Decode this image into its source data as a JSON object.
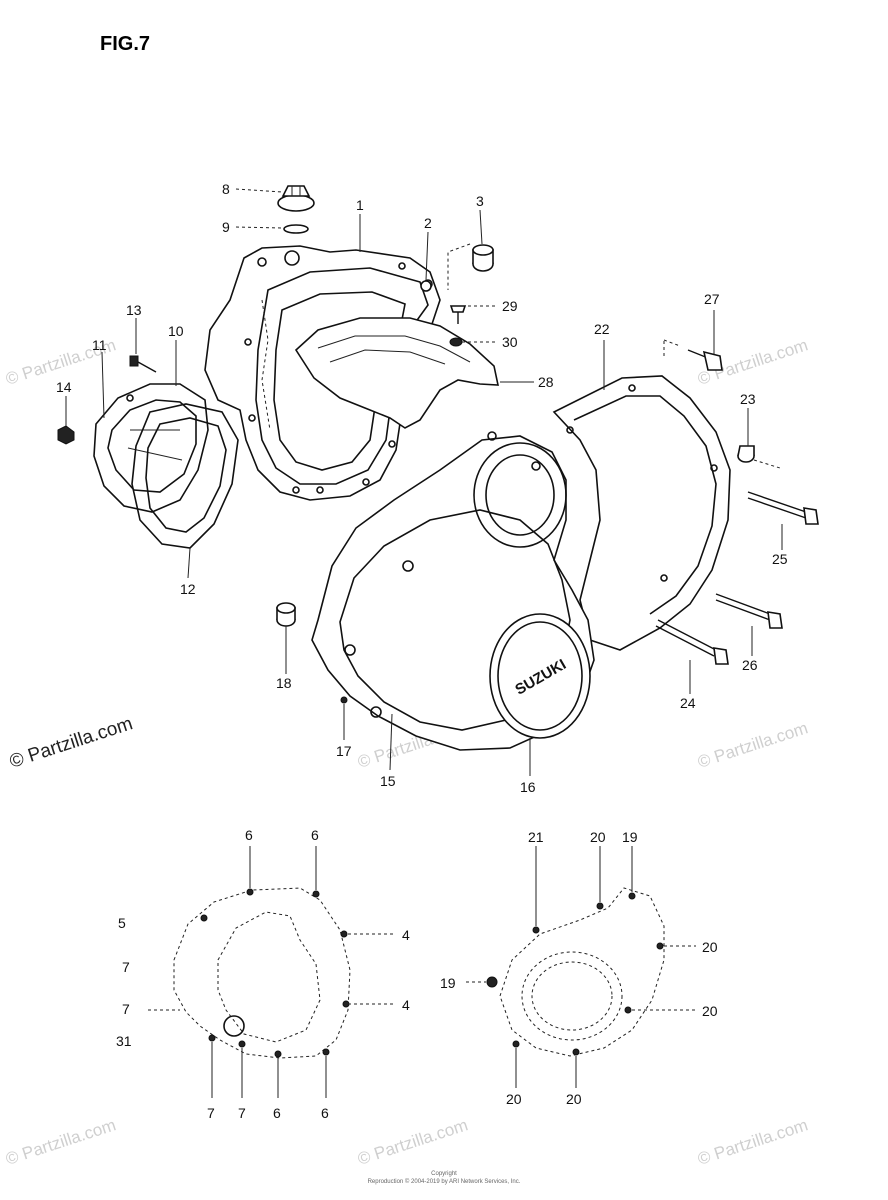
{
  "title": "FIG.7",
  "watermark": "© Partzilla.com",
  "copyright": "Reproduction © 2004-2019 by ARI Network Services, Inc.",
  "copyright_top": "Copyright",
  "emblem_text": "SUZUKI",
  "callouts": {
    "c1": "1",
    "c2": "2",
    "c3": "3",
    "c8": "8",
    "c9": "9",
    "c10": "10",
    "c11": "11",
    "c12": "12",
    "c13": "13",
    "c14": "14",
    "c15": "15",
    "c16": "16",
    "c17": "17",
    "c18": "18",
    "c22": "22",
    "c23": "23",
    "c24": "24",
    "c25": "25",
    "c26": "26",
    "c27": "27",
    "c28": "28",
    "c29": "29",
    "c30": "30",
    "l6a": "6",
    "l6b": "6",
    "l5": "5",
    "l4a": "4",
    "l7a": "7",
    "l7b": "7",
    "l4b": "4",
    "l31": "31",
    "l7c": "7",
    "l7d": "7",
    "l6c": "6",
    "l6d": "6",
    "r21": "21",
    "r20a": "20",
    "r19a": "19",
    "r20b": "20",
    "r19b": "19",
    "r20c": "20",
    "r20d": "20",
    "r20e": "20"
  }
}
